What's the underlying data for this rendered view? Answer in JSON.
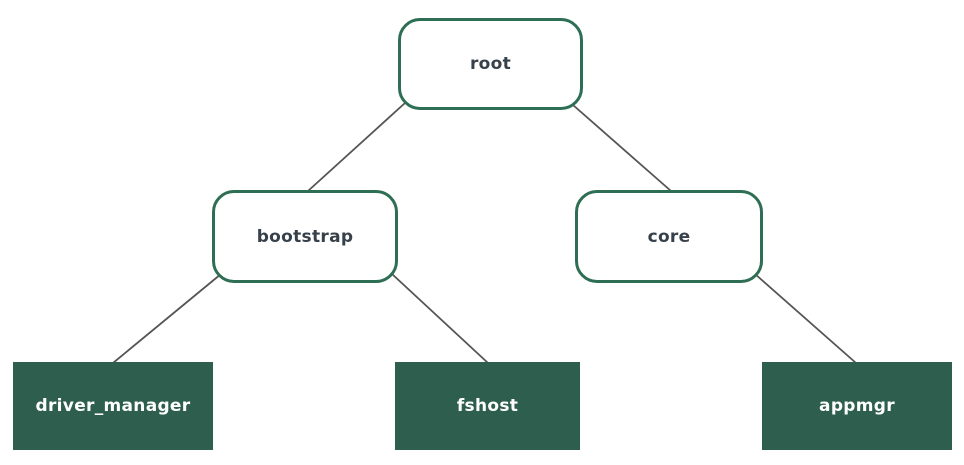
{
  "diagram": {
    "type": "tree",
    "colors": {
      "branch_border": "#2e6e54",
      "branch_fill": "#ffffff",
      "branch_text": "#37414b",
      "leaf_fill": "#2e5e4e",
      "leaf_text": "#ffffff",
      "edge": "#555555",
      "background": "#ffffff"
    },
    "nodes": {
      "root": {
        "label": "root",
        "type": "branch",
        "parent": null
      },
      "bootstrap": {
        "label": "bootstrap",
        "type": "branch",
        "parent": "root"
      },
      "core": {
        "label": "core",
        "type": "branch",
        "parent": "root"
      },
      "driver_manager": {
        "label": "driver_manager",
        "type": "leaf",
        "parent": "bootstrap"
      },
      "fshost": {
        "label": "fshost",
        "type": "leaf",
        "parent": "bootstrap"
      },
      "appmgr": {
        "label": "appmgr",
        "type": "leaf",
        "parent": "core"
      }
    },
    "edges": [
      {
        "from": "root",
        "to": "bootstrap"
      },
      {
        "from": "root",
        "to": "core"
      },
      {
        "from": "bootstrap",
        "to": "driver_manager"
      },
      {
        "from": "bootstrap",
        "to": "fshost"
      },
      {
        "from": "core",
        "to": "appmgr"
      }
    ]
  }
}
